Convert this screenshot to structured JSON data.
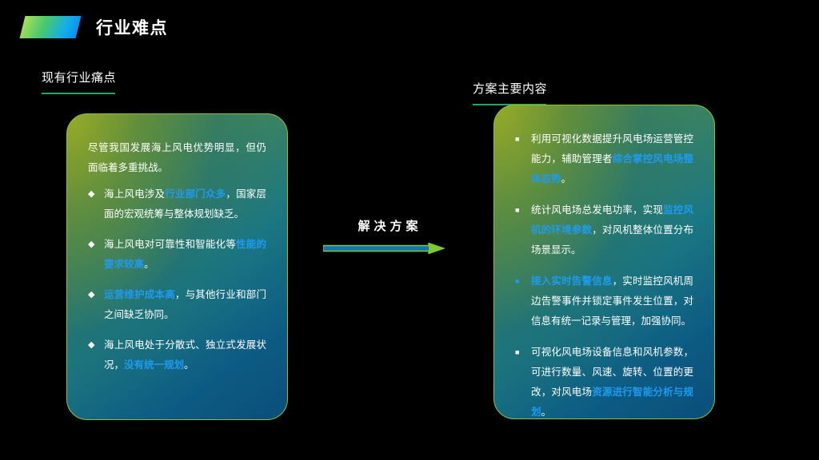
{
  "slide": {
    "title": "行业难点",
    "badge_icon": "gradient-parallelogram-badge"
  },
  "left_column": {
    "heading": "现有行业痛点",
    "card": {
      "lead_paragraph": "尽管我国发展海上风电优势明显，但仍面临着多重挑战。",
      "bullet_marker_glyph": "◆",
      "bullets": [
        {
          "marker": "◆",
          "parts": [
            {
              "text": "海上风电涉及",
              "highlight": false
            },
            {
              "text": "行业部门众多",
              "highlight": true
            },
            {
              "text": "，国家层面的宏观统筹与整体规划缺乏。",
              "highlight": false
            }
          ]
        },
        {
          "marker": "◆",
          "parts": [
            {
              "text": "海上风电对可靠性和智能化等",
              "highlight": false
            },
            {
              "text": "性能的要求较高",
              "highlight": true
            },
            {
              "text": "。",
              "highlight": false
            }
          ]
        },
        {
          "marker": "◆",
          "parts": [
            {
              "text": " 运营维护成本高",
              "highlight": true
            },
            {
              "text": "，与其他行业和部门之间缺乏协同。",
              "highlight": false
            }
          ]
        },
        {
          "marker": "◆",
          "parts": [
            {
              "text": "海上风电处于分散式、独立式发展状况，",
              "highlight": false
            },
            {
              "text": "没有统一规划",
              "highlight": true
            },
            {
              "text": "。",
              "highlight": false
            }
          ]
        }
      ]
    }
  },
  "center": {
    "label": "解决方案",
    "arrow_icon": "right-arrow"
  },
  "right_column": {
    "heading": "方案主要内容",
    "card": {
      "bullet_marker_glyph": "■",
      "bullets": [
        {
          "marker": "■",
          "marker_accent": false,
          "parts": [
            {
              "text": "利用可视化数据提升风电场运营管控能力，辅助管理者",
              "highlight": false
            },
            {
              "text": "综合掌控风电场整体态势",
              "highlight": true
            },
            {
              "text": "。",
              "highlight": false
            }
          ]
        },
        {
          "marker": "■",
          "marker_accent": false,
          "parts": [
            {
              "text": "统计风电场总发电功率，实现",
              "highlight": false
            },
            {
              "text": "监控风机的环境参数",
              "highlight": true
            },
            {
              "text": "，对风机整体位置分布场景显示。",
              "highlight": false
            }
          ]
        },
        {
          "marker": "■",
          "marker_accent": true,
          "parts": [
            {
              "text": "接入实时告警信息",
              "highlight": true
            },
            {
              "text": "，实时监控风机周边告警事件并锁定事件发生位置，对信息有统一记录与管理，加强协同。",
              "highlight": false
            }
          ]
        },
        {
          "marker": "■",
          "marker_accent": false,
          "parts": [
            {
              "text": "可视化风电场设备信息和风机参数，可进行数量、风速、旋转、位置的更改，对风电场",
              "highlight": false
            },
            {
              "text": "资源进行智能分析与规划",
              "highlight": true
            },
            {
              "text": "。",
              "highlight": false
            }
          ]
        }
      ]
    }
  },
  "colors": {
    "background": "#000000",
    "accent_highlight": "#1e9bef",
    "rule_green": "#1faa62",
    "card_border": "#8fbf3a",
    "badge_gradient_from": "#a8e05c",
    "badge_gradient_to": "#0a8ef0",
    "arrow_bar": "#1277b0",
    "arrow_head": "#7ec832"
  }
}
